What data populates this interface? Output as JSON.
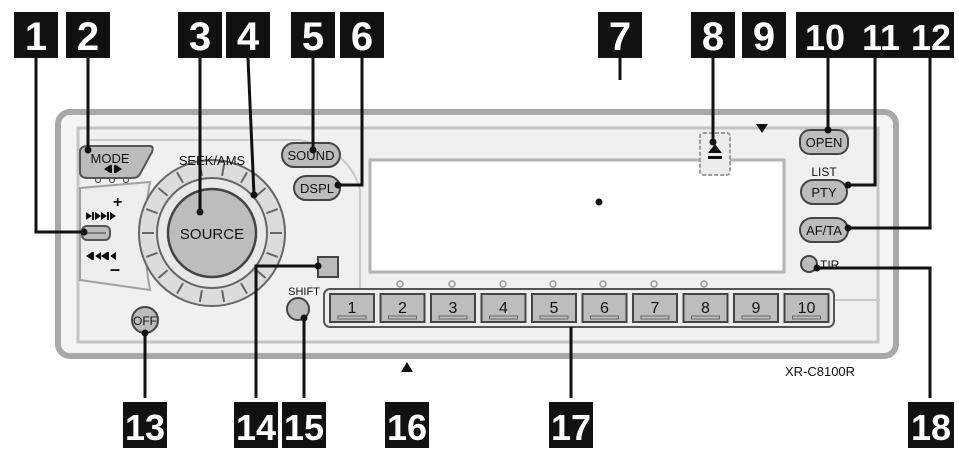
{
  "model_name": "XR-C8100R",
  "callouts": [
    "1",
    "2",
    "3",
    "4",
    "5",
    "6",
    "7",
    "8",
    "9",
    "10",
    "11",
    "12",
    "13",
    "14",
    "15",
    "16",
    "17",
    "18"
  ],
  "labels": {
    "mode": "MODE",
    "seek_ams": "SEEK/AMS",
    "source": "SOURCE",
    "sound": "SOUND",
    "dspl": "DSPL",
    "open": "OPEN",
    "list": "LIST",
    "pty": "PTY",
    "af_ta": "AF/TA",
    "tir": "TIR",
    "off": "OFF",
    "shift": "SHIFT",
    "plus": "+",
    "minus": "–"
  },
  "preset_buttons": [
    "1",
    "2",
    "3",
    "4",
    "5",
    "6",
    "7",
    "8",
    "9",
    "10"
  ],
  "icons": {
    "eject": "eject-icon",
    "seek_forward": "seek-forward-icon",
    "seek_back": "seek-back-icon",
    "mode_arrows": "left-right-arrows-icon",
    "pointer": "arrow-pointer-icon"
  },
  "colors": {
    "panel_outline": "#9a9a9a",
    "panel_fill": "#eeeeee",
    "button_fill": "#bdbdbd",
    "callout_fill": "#111111",
    "callout_text": "#ffffff",
    "line": "#111111"
  }
}
